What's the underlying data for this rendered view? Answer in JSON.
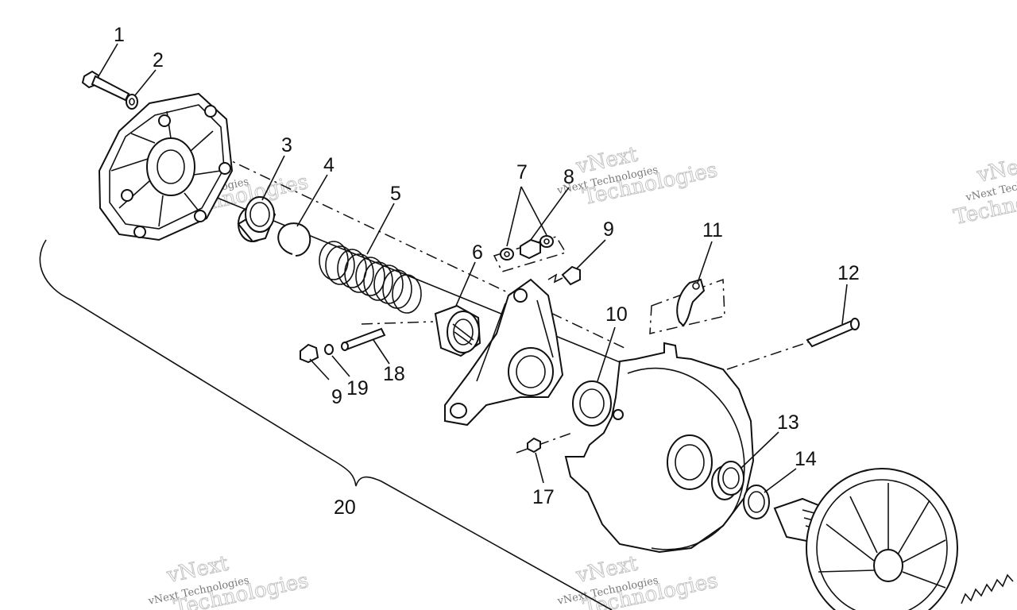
{
  "diagram": {
    "callouts": [
      {
        "id": "c1",
        "label": "1"
      },
      {
        "id": "c2",
        "label": "2"
      },
      {
        "id": "c3",
        "label": "3"
      },
      {
        "id": "c4",
        "label": "4"
      },
      {
        "id": "c5",
        "label": "5"
      },
      {
        "id": "c6",
        "label": "6"
      },
      {
        "id": "c7",
        "label": "7"
      },
      {
        "id": "c8",
        "label": "8"
      },
      {
        "id": "c9a",
        "label": "9"
      },
      {
        "id": "c9b",
        "label": "9"
      },
      {
        "id": "c10",
        "label": "10"
      },
      {
        "id": "c11",
        "label": "11"
      },
      {
        "id": "c12",
        "label": "12"
      },
      {
        "id": "c13",
        "label": "13"
      },
      {
        "id": "c14",
        "label": "14"
      },
      {
        "id": "c17",
        "label": "17"
      },
      {
        "id": "c18",
        "label": "18"
      },
      {
        "id": "c19",
        "label": "19"
      },
      {
        "id": "c20",
        "label": "20"
      }
    ]
  },
  "watermark": {
    "brand": "vNext",
    "company": "vNext Technologies",
    "word": "Technologies"
  }
}
